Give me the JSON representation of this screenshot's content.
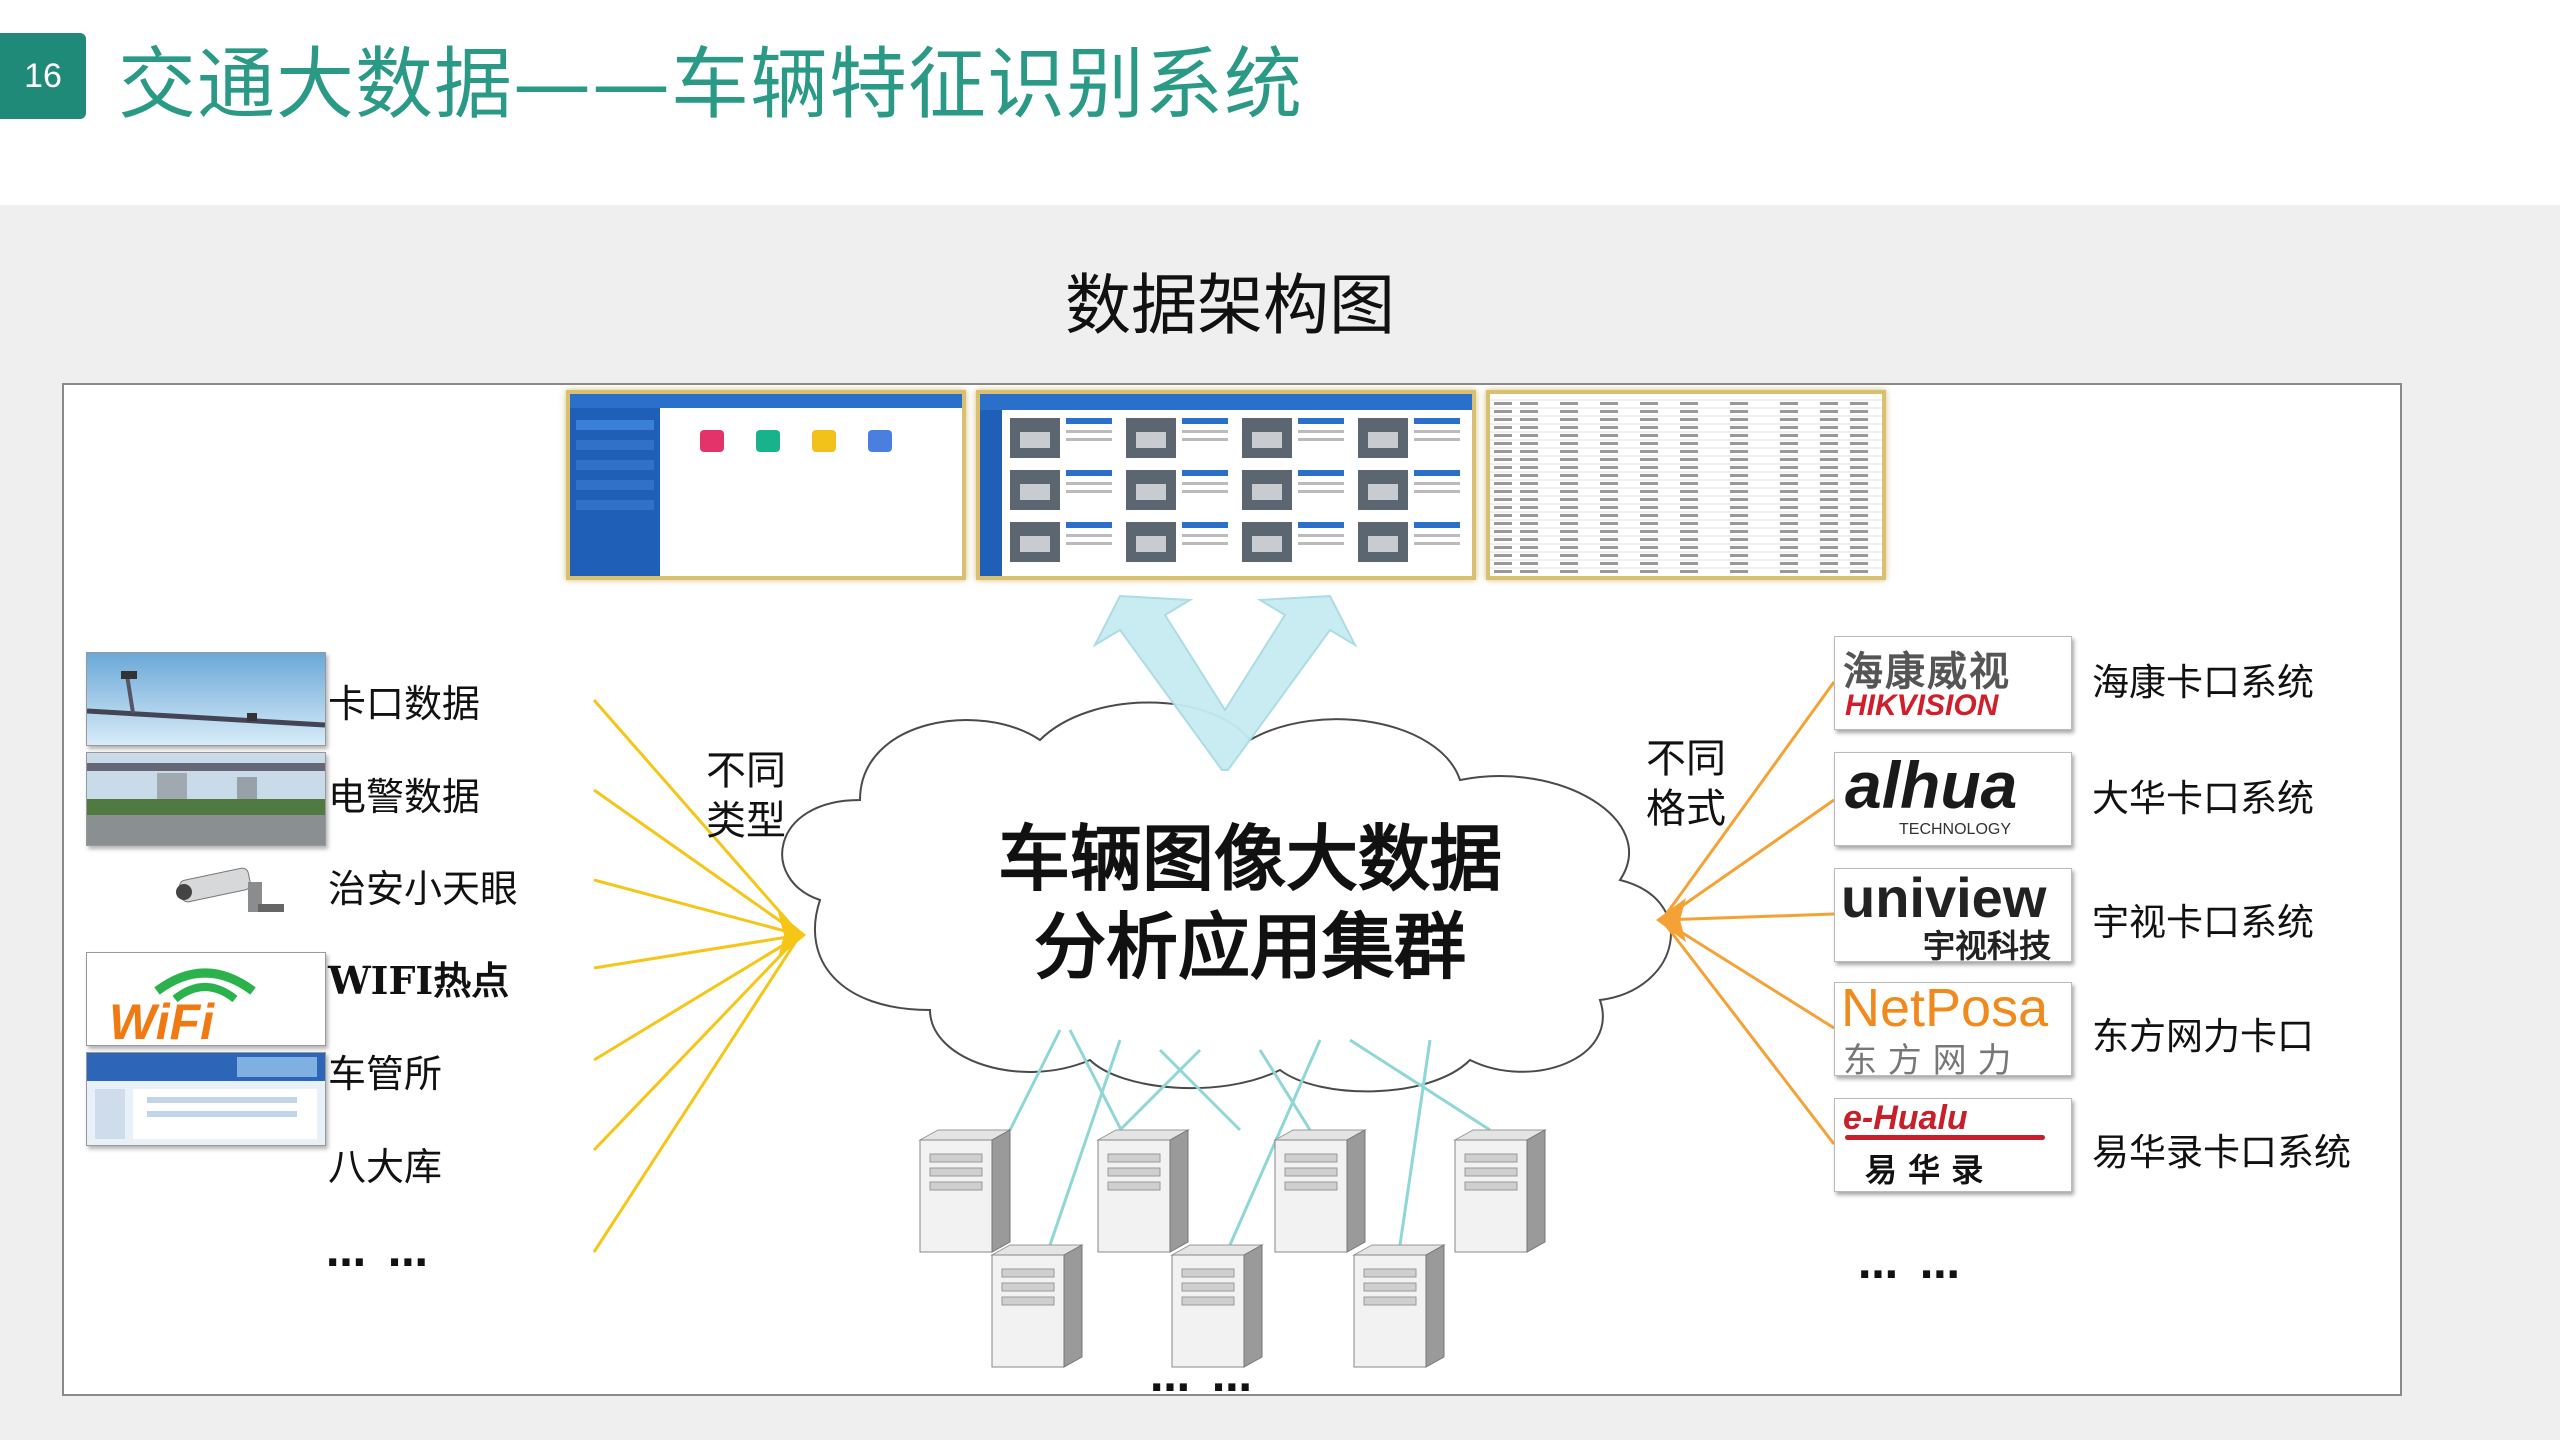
{
  "header": {
    "page_number": "16",
    "title": "交通大数据——车辆特征识别系统"
  },
  "diagram": {
    "title": "数据架构图",
    "center_lines": [
      "车辆图像大数据",
      "分析应用集群"
    ],
    "left_note": [
      "不同",
      "类型"
    ],
    "right_note": [
      "不同",
      "格式"
    ],
    "left_sources": [
      "卡口数据",
      "电警数据",
      "治安小天眼",
      "WIFI热点",
      "车管所",
      "八大库"
    ],
    "left_more": "… …",
    "right_systems": [
      "海康卡口系统",
      "大华卡口系统",
      "宇视卡口系统",
      "东方网力卡口",
      "易华录卡口系统"
    ],
    "right_more": "… …",
    "servers_more": "… …",
    "logos": {
      "hik_cn": "海康威视",
      "hik_en": "HIKVISION",
      "dahua": "alhua",
      "dahua_sub": "TECHNOLOGY",
      "uniview": "uniview",
      "uniview_sub": "宇视科技",
      "netposa": "NetPosa",
      "netposa_sub": "东 方 网 力",
      "ehualu": "e-Hualu",
      "ehualu_sub": "易 华 录",
      "wifi": "WiFi"
    },
    "colors": {
      "teal": "#2a9a86",
      "arrow_left": "#f5c518",
      "arrow_right": "#f4a236",
      "up_arrow": "#bfe9ef",
      "server_lines": "#8fd6d6"
    }
  }
}
